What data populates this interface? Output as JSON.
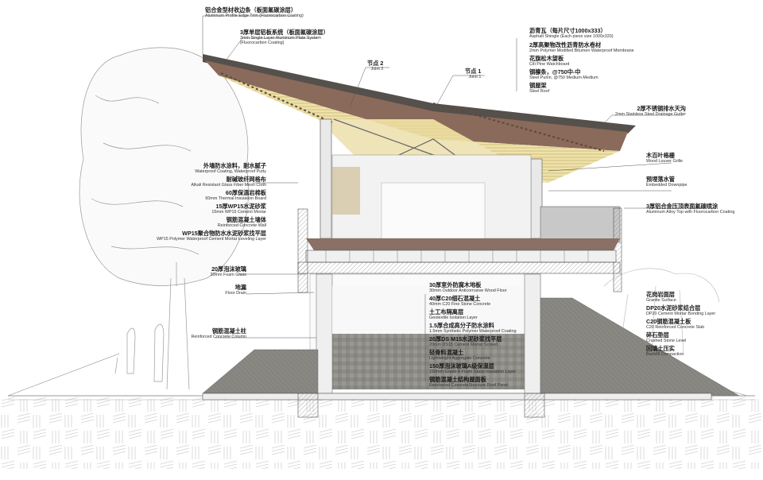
{
  "diagram": {
    "type": "architectural-section",
    "subject": "Pavilion with inverted steel roof canopy on concrete base",
    "colors": {
      "background": "#ffffff",
      "roof_dark": "#5a5550",
      "roof_brown": "#8a6a5a",
      "timber": "#c8b48a",
      "ceiling_yellow": "#efe2a8",
      "concrete": "#e6e6e6",
      "floor_grey": "#8c8a85",
      "wood_floor": "#8a7066",
      "line": "#333333",
      "ground_pattern": "#cfcfcf"
    }
  },
  "labels": {
    "edge_trim": {
      "zh": "铝合金型材收边条（板面氟碳涂层）",
      "en": "Aluminum Profile Edge Trim (Fluorocarbon Coating)"
    },
    "alu_plate": {
      "zh": "3厚单层铝板系统（板面氟碳涂层）",
      "en1": "3mm Single Layer Aluminum Plate System",
      "en2": "(Fluorocarbon Coating)"
    },
    "joint2": {
      "zh": "节点 2",
      "en": "Joint 2"
    },
    "joint1": {
      "zh": "节点 1",
      "en": "Joint 1"
    },
    "shingle": {
      "zh": "沥青瓦（每片尺寸1000x333）",
      "en": "Asphalt Shingle (Each piece size 1000x333)"
    },
    "membrane": {
      "zh": "2厚高聚物改性沥青防水卷材",
      "en": "2mm Polymer Modified Bitumen Waterproof Membrane"
    },
    "watchboard": {
      "zh": "花旗松木望板",
      "en": "Citi Pine Watchboard"
    },
    "purlin": {
      "zh": "钢檩条，@750中-中",
      "en": "Steel Purlin, @750 Medium-Medium"
    },
    "steel_roof": {
      "zh": "钢屋架",
      "en": "Steel Roof"
    },
    "gutter": {
      "zh": "2厚不锈钢排水天沟",
      "en": "2mm Stainless Steel Drainage Gutter"
    },
    "louver": {
      "zh": "木百叶格栅",
      "en": "Wood Louver Grille"
    },
    "downpipe": {
      "zh": "预埋落水管",
      "en": "Embedded Downpipe"
    },
    "alu_top": {
      "zh": "3厚铝合金压顶表面氟碳喷涂",
      "en": "Aluminum Alloy Top with Fluorocarbon Coating"
    },
    "wall_coating": {
      "zh": "外墙防水涂料，耐水腻子",
      "en": "Waterproof Coating, Waterproof Putty"
    },
    "mesh": {
      "zh": "耐碱玻纤网格布",
      "en": "Alkali Resistant Glass Fiber Mesh Cloth"
    },
    "insulation": {
      "zh": "60厚保温岩棉板",
      "en": "60mm Thermal Insulation Board"
    },
    "mortar15": {
      "zh": "15厚WP15水泥砂浆",
      "en": "15mm WP15 Cement Mortar"
    },
    "rc_wall": {
      "zh": "钢筋混凝土墙体",
      "en": "Reinforced Concrete Wall"
    },
    "leveling": {
      "zh": "WP15聚合物防水水泥砂浆找平层",
      "en": "WP15 Polymer Waterproof Cement Mortar Leveling Layer"
    },
    "foam_glass": {
      "zh": "20厚泡沫玻璃",
      "en": "20mm Foam Glass"
    },
    "floor_drain": {
      "zh": "地漏",
      "en": "Floor Drain"
    },
    "rc_column": {
      "zh": "钢筋混凝土柱",
      "en": "Reinforced Concrete Column"
    },
    "wood_floor": {
      "zh": "30厚室外防腐木地板",
      "en": "30mm Outdoor Anticorrosive Wood Floor"
    },
    "fine_stone": {
      "zh": "40厚C20细石混凝土",
      "en": "40mm C20 Fine Stone Concrete"
    },
    "geotextile": {
      "zh": "土工布隔离层",
      "en": "Geotextile Isolation Layer"
    },
    "poly_coat": {
      "zh": "1.5厚合成高分子防水涂料",
      "en": "1.5mm Synthetic Polymer Waterproof Coating"
    },
    "screed": {
      "zh": "20厚DS M15水泥砂浆找平层",
      "en": "20mm DS15 Cement Mortar Screed"
    },
    "lightweight": {
      "zh": "轻骨料混凝土",
      "en": "Lightweight Aggregate Concrete"
    },
    "foam150": {
      "zh": "150厚泡沫玻璃A级保温层",
      "en": "150mm Grade A Foam Glass Insulation Layer"
    },
    "roof_panel": {
      "zh": "钢筋混凝土结构屋面板",
      "en": "Reinforced ConcreteStructure Roof Panel"
    },
    "granite": {
      "zh": "花岗岩面层",
      "en": "Granite Surface"
    },
    "dp20": {
      "zh": "DP20水泥砂浆结合层",
      "en": "DP20 Cement Mortar Bonding Layer"
    },
    "c20slab": {
      "zh": "C20钢筋混凝土板",
      "en": "C20 Reinforced Concrete Slab"
    },
    "crushed": {
      "zh": "碎石垫层",
      "en": "Crushed Stone Level"
    },
    "backfill": {
      "zh": "回填土压实",
      "en": "Backfill Compaction"
    }
  }
}
